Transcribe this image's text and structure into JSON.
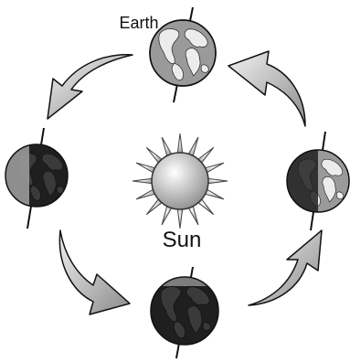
{
  "diagram": {
    "earth_label": "Earth",
    "sun_label": "Sun",
    "orbit_direction": "counterclockwise",
    "earth_positions": [
      "top",
      "right",
      "bottom",
      "left"
    ],
    "colors": {
      "ocean_dark": "#1f1f1f",
      "ocean_lit": "#9a9a9a",
      "land_dark": "#3a3a3a",
      "land_lit": "#ececec",
      "arrow_light": "#efefef",
      "arrow_dark": "#8a8a8a",
      "sun_light": "#ffffff",
      "sun_dark": "#8d8d8d"
    }
  }
}
